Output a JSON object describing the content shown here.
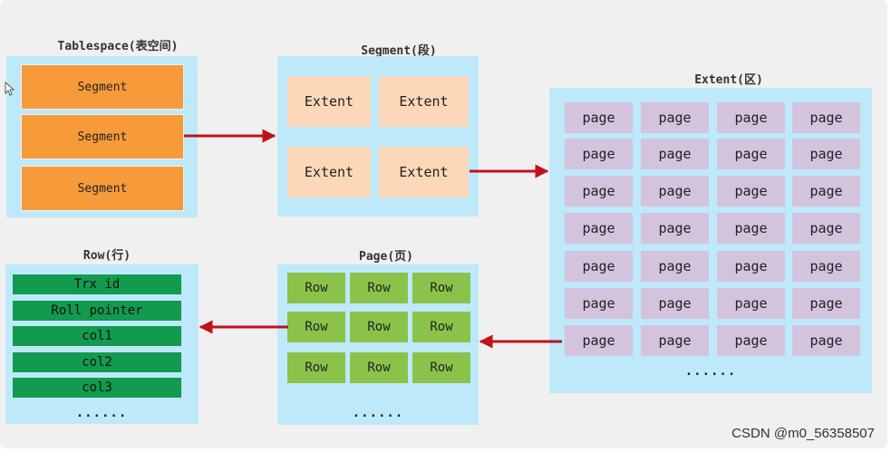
{
  "tablespace": {
    "title": "Tablespace(表空间)",
    "items": [
      "Segment",
      "Segment",
      "Segment"
    ]
  },
  "segment": {
    "title": "Segment(段)",
    "items": [
      "Extent",
      "Extent",
      "Extent",
      "Extent"
    ]
  },
  "extent": {
    "title": "Extent(区)",
    "page_label": "page",
    "rows": 7,
    "cols": 4,
    "ellipsis": "......"
  },
  "page": {
    "title": "Page(页)",
    "row_label": "Row",
    "rows": 3,
    "cols": 3,
    "ellipsis": "......"
  },
  "row": {
    "title": "Row(行)",
    "fields": [
      "Trx id",
      "Roll pointer",
      "col1",
      "col2",
      "col3"
    ],
    "ellipsis": "......"
  },
  "watermark": "CSDN @m0_56358507",
  "colors": {
    "panel": "#bde9fa",
    "segment": "#f79a3a",
    "extent": "#fcd8b8",
    "page": "#d4c3dc",
    "row": "#8bc34a",
    "field": "#129a4f",
    "arrow": "#c0121b"
  }
}
